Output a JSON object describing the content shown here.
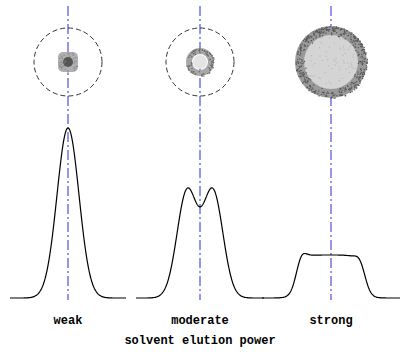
{
  "diagram": {
    "caption": "solvent elution power",
    "labels": [
      "weak",
      "moderate",
      "strong"
    ]
  }
}
